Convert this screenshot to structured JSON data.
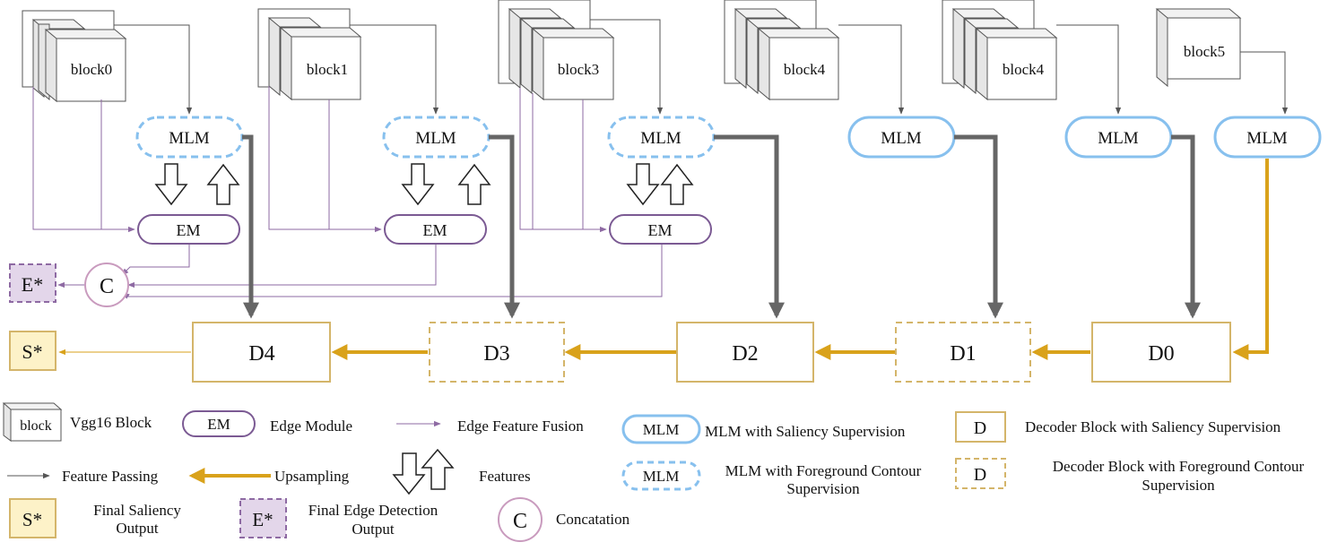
{
  "colors": {
    "purple": "#8e6aa3",
    "purple_dark": "#7b5a93",
    "gold": "#d9a21b",
    "gold_border": "#d4b56a",
    "gold_fill": "#fdf2c8",
    "blue": "#87c0ee",
    "gray_arrow": "#666666",
    "thin_line": "#555555",
    "lavender_fill": "#e3d6ea"
  },
  "diagram": {
    "blocks": [
      "block0",
      "block1",
      "block3",
      "block4",
      "block4",
      "block5"
    ],
    "mlm_label": "MLM",
    "em_label": "EM",
    "concat_label": "C",
    "edge_output_label": "E*",
    "saliency_output_label": "S*",
    "decoders": [
      "D4",
      "D3",
      "D2",
      "D1",
      "D0"
    ]
  },
  "legend": {
    "block_sample": "block",
    "vgg_block": "Vgg16 Block",
    "em_sample": "EM",
    "edge_module": "Edge Module",
    "edge_feature_fusion": "Edge Feature Fusion",
    "mlm_sample": "MLM",
    "mlm_saliency": "MLM with Saliency Supervision",
    "d_sample": "D",
    "decoder_saliency": "Decoder Block with Saliency Supervision",
    "feature_passing": "Feature Passing",
    "upsampling": "Upsampling",
    "features": "Features",
    "mlm_contour_line1": "MLM with Foreground Contour",
    "mlm_contour_line2": "Supervision",
    "decoder_contour_line1": "Decoder Block with Foreground Contour",
    "decoder_contour_line2": "Supervision",
    "s_sample": "S*",
    "final_saliency_line1": "Final Saliency",
    "final_saliency_line2": "Output",
    "e_sample": "E*",
    "final_edge_line1": "Final Edge Detection",
    "final_edge_line2": "Output",
    "c_sample": "C",
    "concatation": "Concatation"
  }
}
